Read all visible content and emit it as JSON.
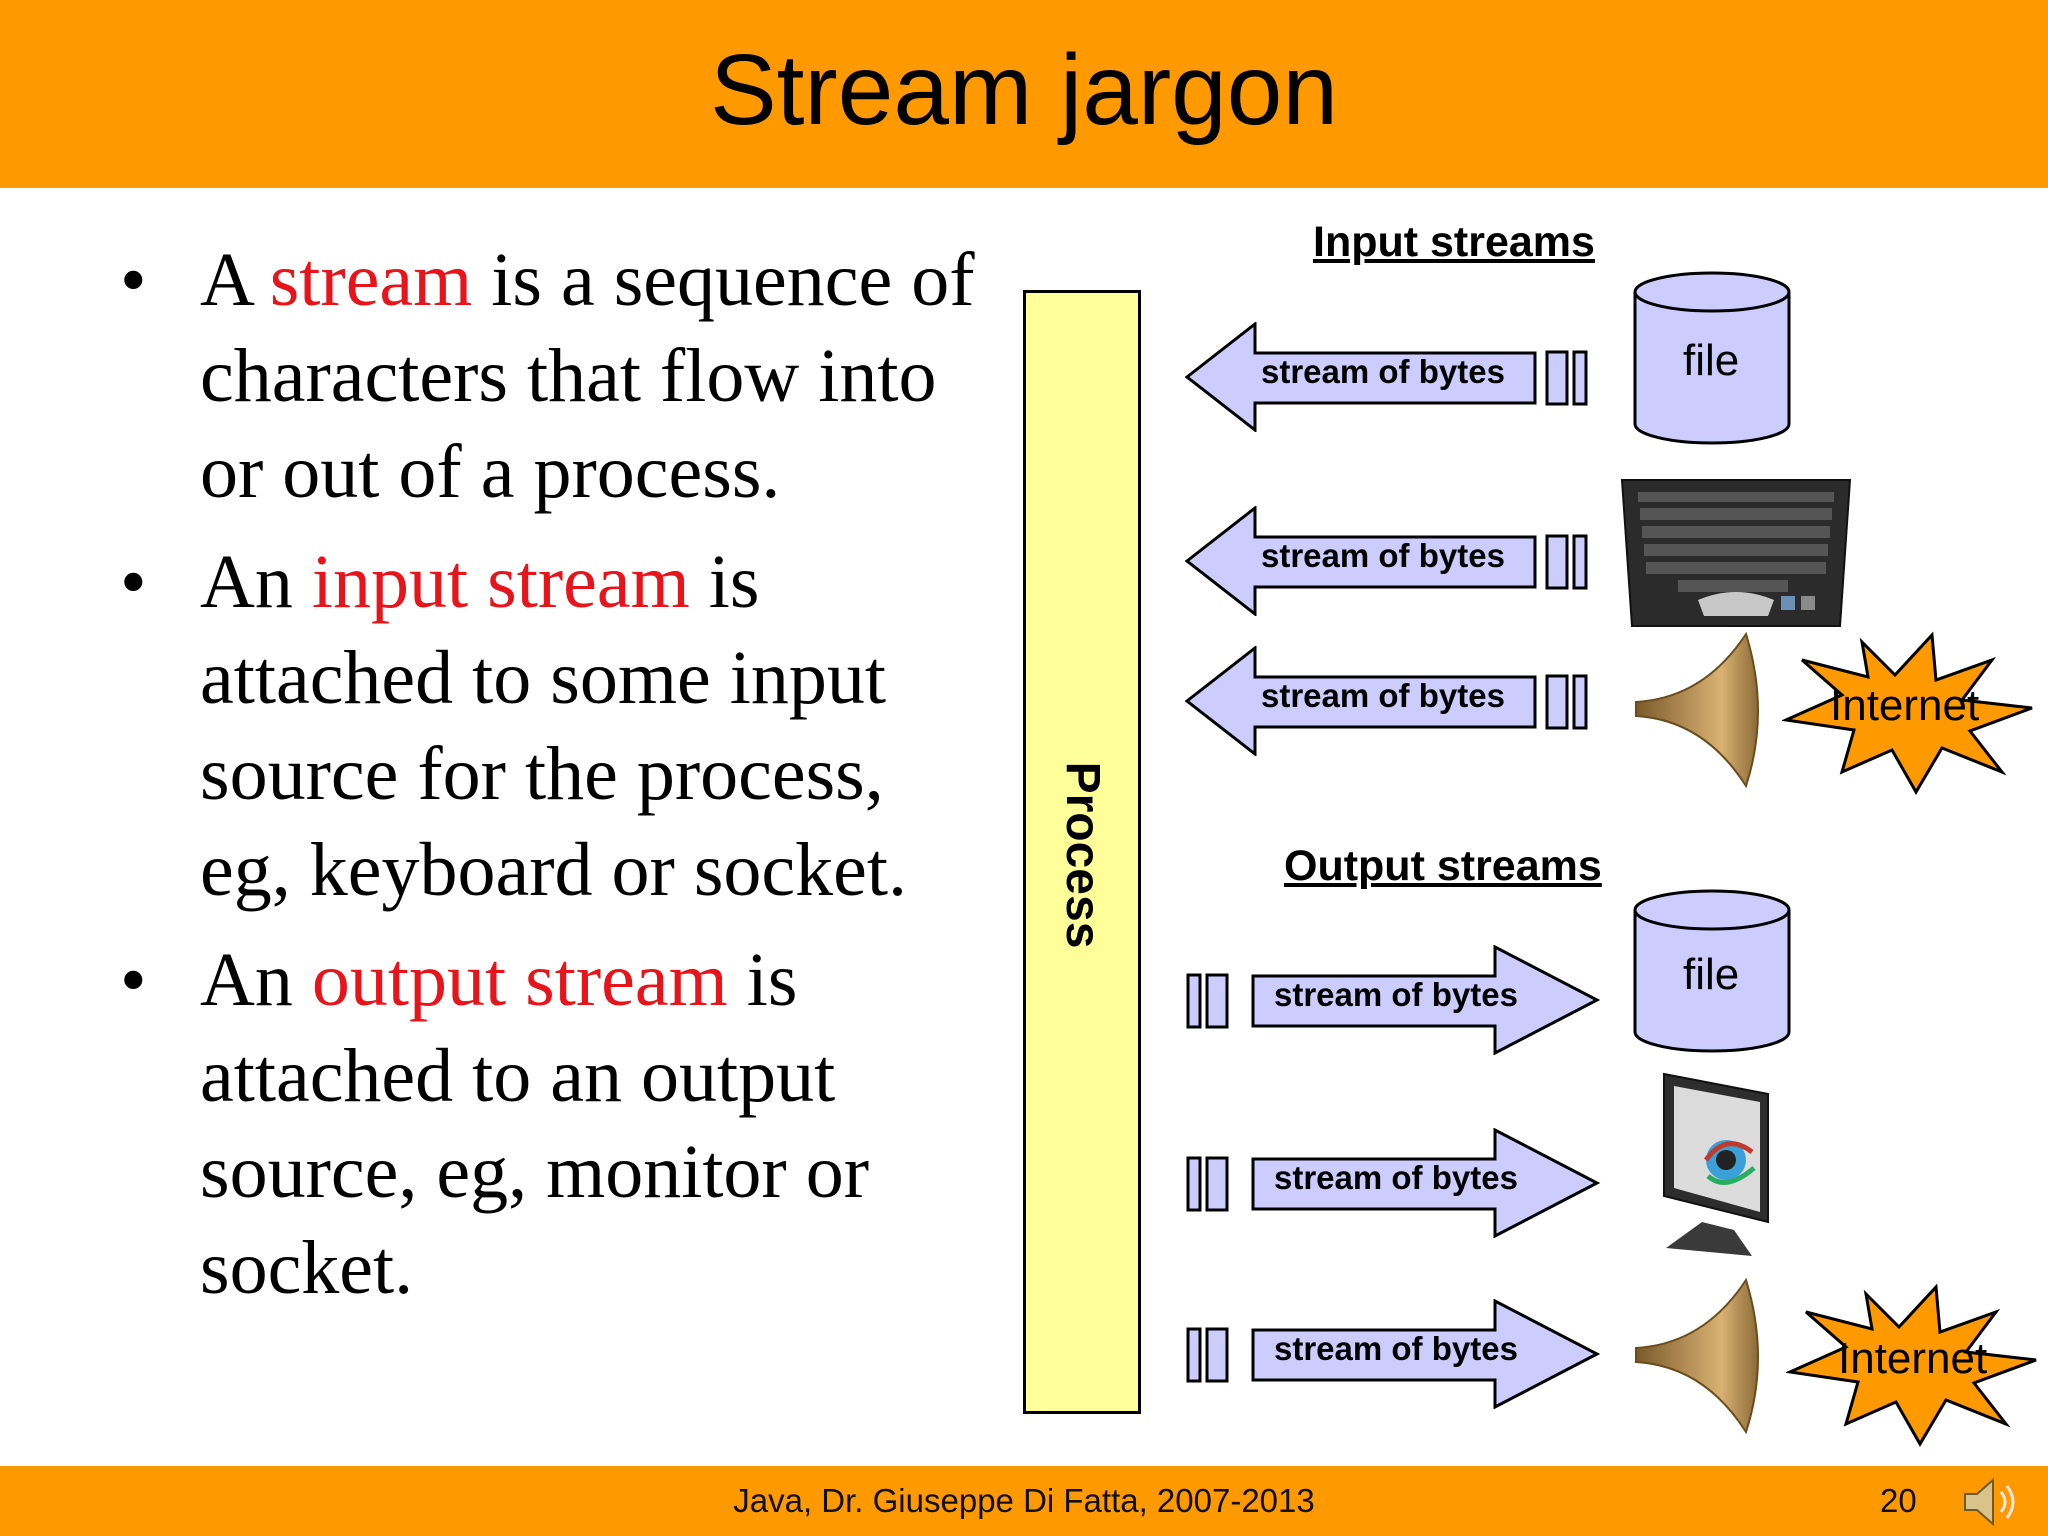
{
  "slide": {
    "title": "Stream jargon",
    "footer": "Java, Dr. Giuseppe Di Fatta, 2007-2013",
    "page_number": "20"
  },
  "bullets": [
    {
      "before": "A ",
      "highlight": "stream",
      "after": " is a sequence of characters that flow into or out of a process."
    },
    {
      "before": "An ",
      "highlight": "input stream",
      "after": " is attached to some input source for the process, eg, keyboard or socket."
    },
    {
      "before": "An ",
      "highlight": "output stream",
      "after": " is attached to an output source, eg, monitor or socket."
    }
  ],
  "diagram": {
    "process_label": "Process",
    "input_heading": "Input streams",
    "output_heading": "Output streams",
    "input_streams": [
      {
        "label": "stream of bytes",
        "source": "file"
      },
      {
        "label": "stream of bytes",
        "source": "keyboard"
      },
      {
        "label": "stream of bytes",
        "source": "Internet"
      }
    ],
    "output_streams": [
      {
        "label": "stream of bytes",
        "target": "file"
      },
      {
        "label": "stream of bytes",
        "target": "monitor"
      },
      {
        "label": "stream of bytes",
        "target": "Internet"
      }
    ]
  },
  "colors": {
    "banner": "#ff9900",
    "highlight": "#e8141b",
    "process_fill": "#ffff99",
    "arrow_fill": "#ccccff",
    "starburst_fill": "#ff9900"
  }
}
